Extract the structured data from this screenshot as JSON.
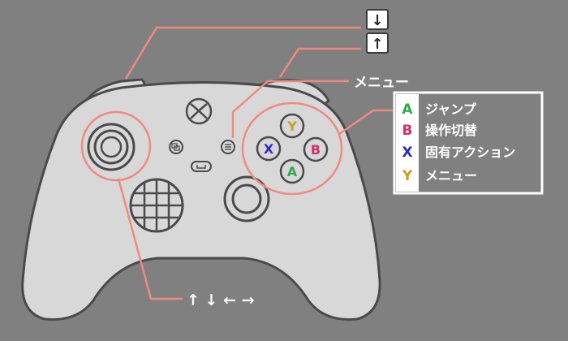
{
  "colors": {
    "background": "#808080",
    "controller": "#d8d8d8",
    "outline": "#4a4a4a",
    "callout": "#f08a80",
    "label_box": "#ffffff",
    "btn_a": "#2ea84a",
    "btn_b": "#d0306a",
    "btn_x": "#2a2ac8",
    "btn_y": "#c8a020"
  },
  "buttons": {
    "a": "A",
    "b": "B",
    "x": "X",
    "y": "Y"
  },
  "callouts": {
    "lb_key": "↓",
    "rb_key": "↑",
    "menu_label": "メニュー",
    "dpad_arrows": "↑ ↓ ← →"
  },
  "legend": {
    "items": [
      {
        "key": "A",
        "label": "ジャンプ",
        "color": "#2ea84a"
      },
      {
        "key": "B",
        "label": "操作切替",
        "color": "#d0306a"
      },
      {
        "key": "X",
        "label": "固有アクション",
        "color": "#2a2ac8"
      },
      {
        "key": "Y",
        "label": "メニュー",
        "color": "#c8a020"
      }
    ]
  },
  "icons": {
    "xbox_button": "xbox-logo-icon",
    "view_button": "view-icon",
    "share_button": "share-icon",
    "menu_button": "menu-icon"
  }
}
